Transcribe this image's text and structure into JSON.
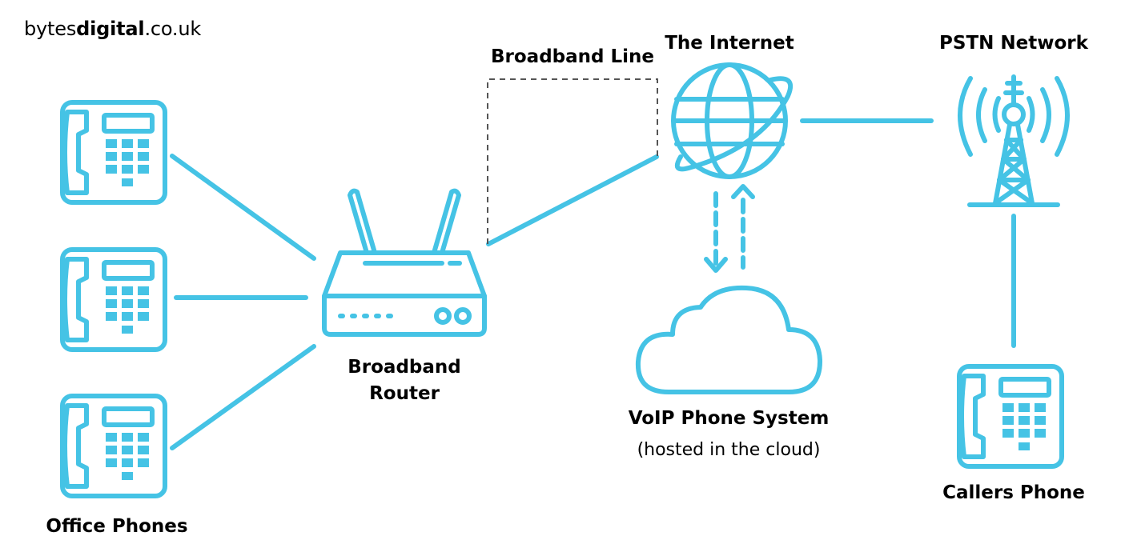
{
  "brand": {
    "prefix": "bytes",
    "bold": "digital",
    "suffix": ".co.uk"
  },
  "colors": {
    "accent": "#45c3e5",
    "text": "#000000",
    "dashed_line": "#555555",
    "background": "#ffffff"
  },
  "nodes": {
    "office_phones": {
      "label": "Office Phones",
      "icon": "desk-phone-icon",
      "count": 3
    },
    "router": {
      "label_line1": "Broadband",
      "label_line2": "Router",
      "icon": "router-icon"
    },
    "internet": {
      "label": "The Internet",
      "icon": "globe-icon"
    },
    "pstn": {
      "label": "PSTN Network",
      "icon": "radio-tower-icon"
    },
    "voip": {
      "label": "VoIP Phone System",
      "sublabel": "(hosted in the cloud)",
      "icon": "cloud-icon"
    },
    "callers_phone": {
      "label": "Callers Phone",
      "icon": "desk-phone-icon"
    }
  },
  "links": {
    "broadband_line": {
      "label": "Broadband Line",
      "style": "dashed"
    }
  }
}
